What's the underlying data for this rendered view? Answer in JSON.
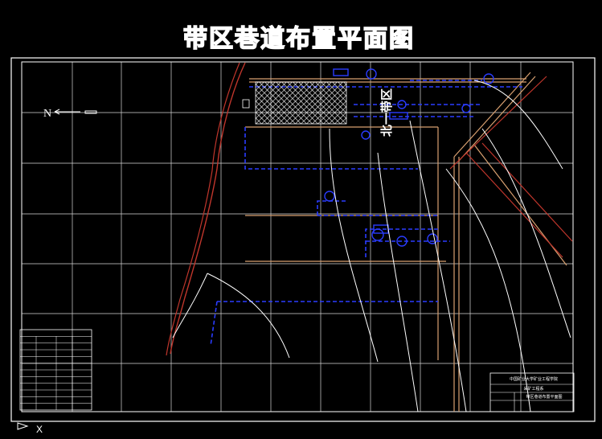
{
  "drawing": {
    "title": "带区巷道布置平面图",
    "north_label": "N",
    "zone_label": "北一带区",
    "colors": {
      "background": "#000000",
      "frame": "#ffffff",
      "grid": "#ffffff",
      "roadway_blue": "#2a3cff",
      "roadway_red": "#c0362c",
      "roadway_tan": "#d8a070",
      "gob_hatch": "#ffffff"
    }
  },
  "title_block": {
    "line1": "中国矿业大学矿业工程学院",
    "line2": "采矿工程系",
    "line3": "带区巷道布置平面图"
  },
  "legend_table": {
    "rows": 12
  },
  "ucs": {
    "x_label": "X"
  }
}
